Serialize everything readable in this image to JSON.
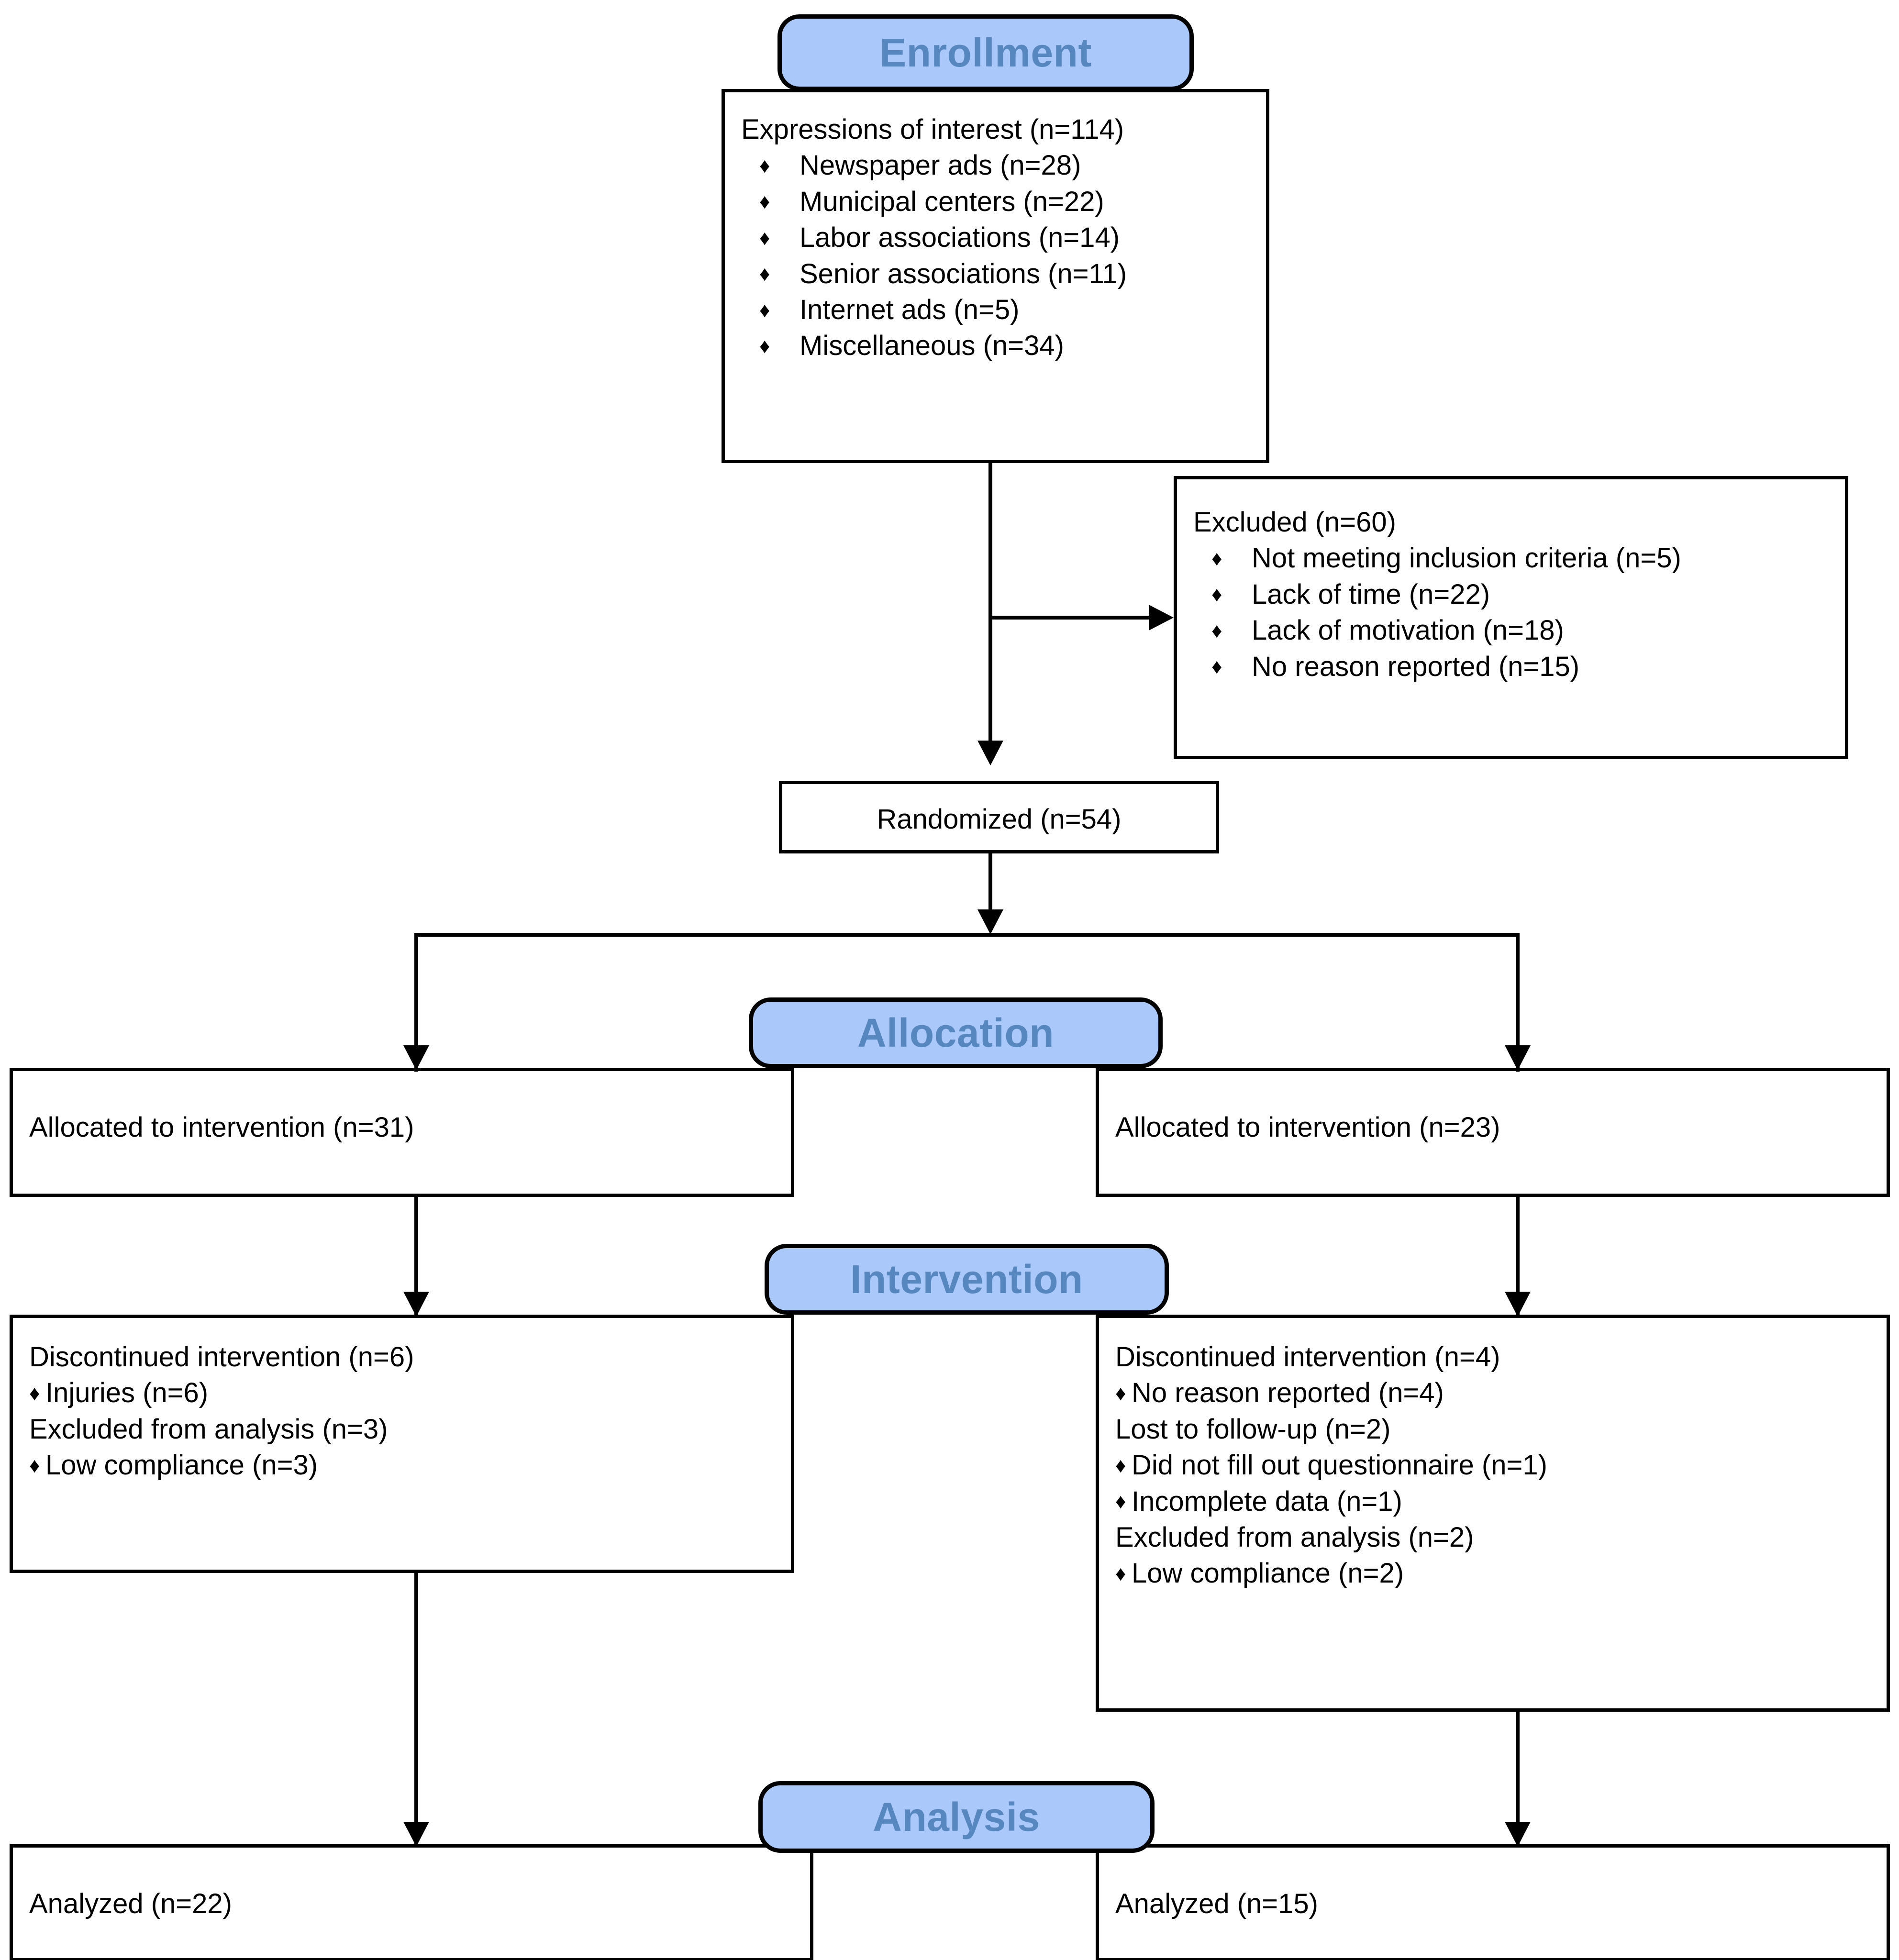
{
  "diagram": {
    "title": "CONSORT participant flow diagram",
    "accent_blue": "#aac8fa",
    "header_text_color": "#5787bf",
    "line_color": "#000000",
    "bullet_glyph": "♦"
  },
  "stages": {
    "enrollment": "Enrollment",
    "allocation": "Allocation",
    "intervention": "Intervention",
    "analysis": "Analysis"
  },
  "enrollment_box": {
    "heading": "Expressions of interest (n=114)",
    "items": [
      "Newspaper ads (n=28)",
      "Municipal centers (n=22)",
      "Labor associations (n=14)",
      "Senior associations (n=11)",
      "Internet ads (n=5)",
      "Miscellaneous (n=34)"
    ]
  },
  "excluded_box": {
    "heading": "Excluded (n=60)",
    "items": [
      "Not meeting inclusion criteria (n=5)",
      "Lack of time (n=22)",
      "Lack of motivation (n=18)",
      "No reason reported (n=15)"
    ]
  },
  "randomized_box": {
    "text": "Randomized (n=54)"
  },
  "allocation_left": {
    "text": "Allocated to intervention (n=31)"
  },
  "allocation_right": {
    "text": "Allocated to intervention (n=23)"
  },
  "intervention_left": {
    "lines": [
      {
        "kind": "heading",
        "text": "Discontinued intervention (n=6)"
      },
      {
        "kind": "bullet",
        "text": "Injuries (n=6)"
      },
      {
        "kind": "heading",
        "text": "Excluded from analysis (n=3)"
      },
      {
        "kind": "bullet",
        "text": "Low compliance (n=3)"
      }
    ]
  },
  "intervention_right": {
    "lines": [
      {
        "kind": "heading",
        "text": "Discontinued intervention (n=4)"
      },
      {
        "kind": "bullet",
        "text": "No reason reported (n=4)"
      },
      {
        "kind": "heading",
        "text": "Lost to follow-up (n=2)"
      },
      {
        "kind": "bullet",
        "text": "Did not fill out questionnaire (n=1)"
      },
      {
        "kind": "bullet",
        "text": "Incomplete data (n=1)"
      },
      {
        "kind": "heading",
        "text": "Excluded from analysis (n=2)"
      },
      {
        "kind": "bullet",
        "text": "Low compliance (n=2)"
      }
    ]
  },
  "analysis_left": {
    "text": "Analyzed (n=22)"
  },
  "analysis_right": {
    "text": "Analyzed (n=15)"
  }
}
